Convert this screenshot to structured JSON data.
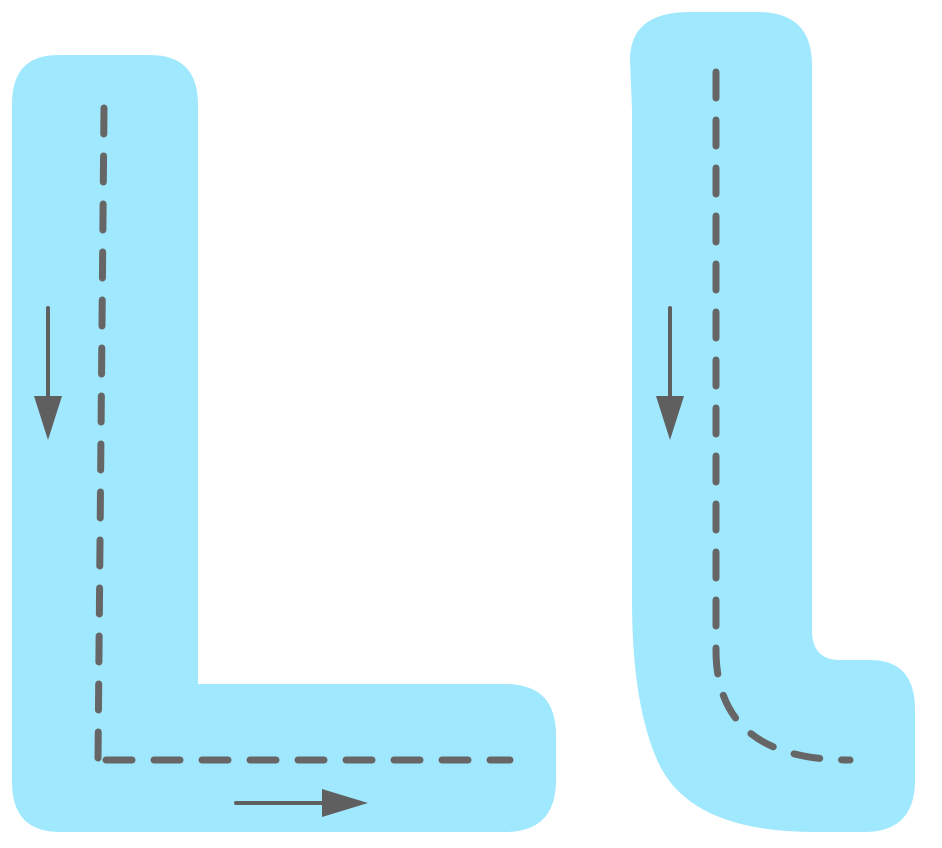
{
  "worksheet": {
    "letters": [
      {
        "id": "uppercase-L",
        "case": "uppercase",
        "shape": "L"
      },
      {
        "id": "lowercase-l",
        "case": "lowercase",
        "shape": "l"
      }
    ],
    "colors": {
      "letter_fill": "#a0e8fd",
      "guide_stroke": "#666666",
      "arrow": "#5f5f5f",
      "background": "#ffffff"
    },
    "icons": {
      "arrow_down": "arrow-down-icon",
      "arrow_right": "arrow-right-icon"
    }
  }
}
